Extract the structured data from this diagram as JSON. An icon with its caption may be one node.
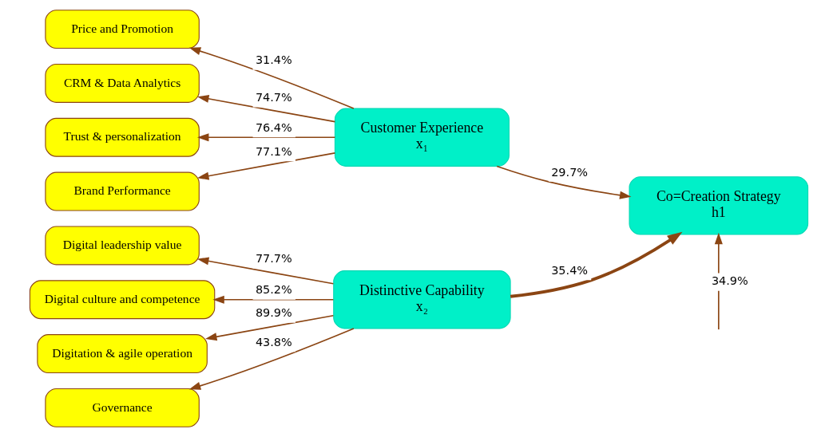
{
  "diagram": {
    "nodes": [
      {
        "text": [
          "Price and Promotion"
        ]
      },
      {
        "text": [
          "CRM & Data Analytics"
        ]
      },
      {
        "text": [
          "Trust & personalization"
        ]
      },
      {
        "text": [
          "Brand Performance"
        ]
      },
      {
        "text": [
          "Customer Experience",
          "x₁"
        ]
      },
      {
        "text": [
          "Digital leadership value"
        ]
      },
      {
        "text": [
          "Digital culture and competence"
        ]
      },
      {
        "text": [
          "Digitation & agile operation"
        ]
      },
      {
        "text": [
          "Governance"
        ]
      },
      {
        "text": [
          "Distinctive Capability",
          "x₂"
        ]
      },
      {
        "text": [
          "Co=Creation Strategy",
          "h1"
        ]
      }
    ],
    "edges": [
      {
        "from": 4,
        "to": 0,
        "arrow": "to",
        "label": "31.4%"
      },
      {
        "from": 4,
        "to": 1,
        "arrow": "to",
        "label": "74.7%"
      },
      {
        "from": 4,
        "to": 2,
        "arrow": "to",
        "label": "76.4%"
      },
      {
        "from": 4,
        "to": 3,
        "arrow": "to",
        "label": "77.1%"
      },
      {
        "from": 9,
        "to": 5,
        "arrow": "to",
        "label": "77.7%"
      },
      {
        "from": 9,
        "to": 6,
        "arrow": "to",
        "label": "85.2%"
      },
      {
        "from": 9,
        "to": 7,
        "arrow": "to",
        "label": "89.9%"
      },
      {
        "from": 9,
        "to": 8,
        "arrow": "to",
        "label": "43.8%"
      },
      {
        "from": 4,
        "to": 10,
        "arrow": "to",
        "label": "29.7%"
      },
      {
        "from": 9,
        "to": 10,
        "arrow": "to",
        "label": "35.4%",
        "style": "thick"
      },
      {
        "from": null,
        "to": 10,
        "arrow": "to",
        "label": "34.9%"
      }
    ]
  }
}
